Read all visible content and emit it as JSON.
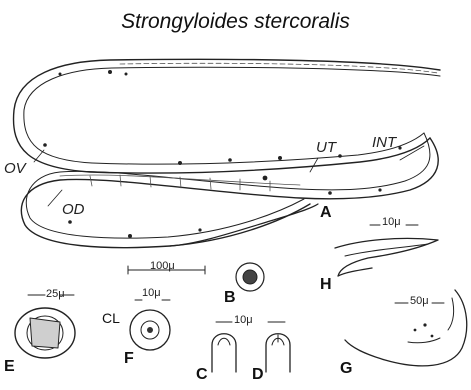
{
  "title": "Strongyloides stercoralis",
  "labels": {
    "ov": "OV",
    "od": "OD",
    "ut": "UT",
    "int": "INT",
    "a": "A",
    "b": "B",
    "c": "C",
    "d": "D",
    "e": "E",
    "f": "F",
    "g": "G",
    "h": "H",
    "cl": "CL"
  },
  "scales": {
    "main": "100μ",
    "e": "25μ",
    "f": "10μ",
    "cd": "10μ",
    "h": "10μ",
    "g": "50μ"
  },
  "colors": {
    "ink": "#222222",
    "shade": "#9a9a9a",
    "background": "#ffffff"
  }
}
